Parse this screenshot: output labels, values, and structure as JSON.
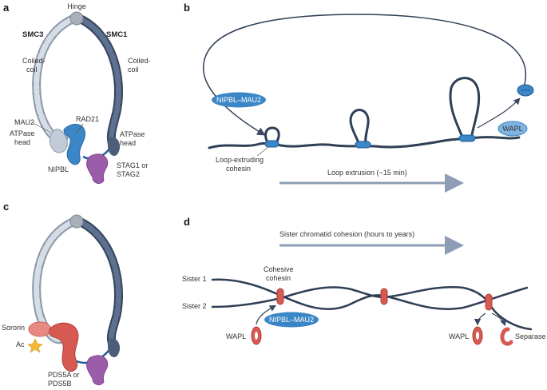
{
  "panels": [
    "a",
    "b",
    "c",
    "d"
  ],
  "panel_a": {
    "hinge": "Hinge",
    "smc3": "SMC3",
    "smc1": "SMC1",
    "coiled_coil_left": [
      "Coiled-",
      "coil"
    ],
    "coiled_coil_right": [
      "Coiled-",
      "coil"
    ],
    "mau2": "MAU2",
    "atpase_head_left": [
      "ATPase",
      "head"
    ],
    "rad21": "RAD21",
    "atpase_head_right": [
      "ATPase",
      "head"
    ],
    "nipbl": "NIPBL",
    "stag": [
      "STAG1 or",
      "STAG2"
    ]
  },
  "panel_b": {
    "nipbl_mau2": "NIPBL–MAU2",
    "wapl": "WAPL",
    "loop_extruding": [
      "Loop-extruding",
      "cohesin"
    ],
    "loop_extrusion": "Loop extrusion (~15 min)"
  },
  "panel_c": {
    "sororin": "Sororin",
    "ac": "Ac",
    "pds5": [
      "PDS5A or",
      "PDS5B"
    ]
  },
  "panel_d": {
    "sister_cohesion": "Sister chromatid cohesion (hours to years)",
    "sister1": "Sister 1",
    "sister2": "Sister 2",
    "cohesive": [
      "Cohesive",
      "cohesin"
    ],
    "nipbl_mau2": "NIPBL–MAU2",
    "wapl_left": "WAPL",
    "wapl_right": "WAPL",
    "separase": "Separase"
  },
  "colors": {
    "smc3": "#c5cedb",
    "smc1": "#4c5e78",
    "hinge": "#a9b0ba",
    "chromatin": "#2f3f55",
    "nipbl": "#3b86c6",
    "stag": "#9b5ca8",
    "cohesin_ring": "#d65a52",
    "arrow": "#8d9db5",
    "sororin": "#e88a84",
    "ac": "#f2b933"
  }
}
